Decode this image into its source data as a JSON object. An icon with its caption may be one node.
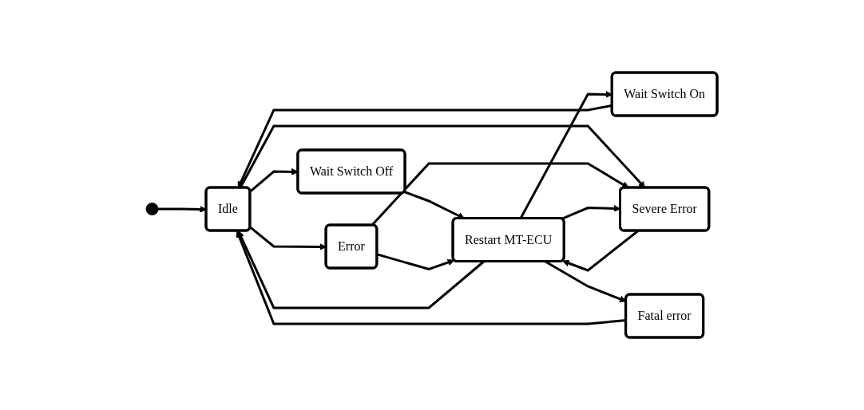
{
  "diagram": {
    "nodes": [
      {
        "text": [],
        "shape": "circle"
      },
      {
        "text": [
          "Idle"
        ]
      },
      {
        "text": [
          "Wait Switch Off"
        ]
      },
      {
        "text": [
          "Error"
        ]
      },
      {
        "text": [
          "Severe Error"
        ]
      },
      {
        "text": [
          "Restart MT-ECU"
        ]
      },
      {
        "text": [
          "Wait Switch On"
        ]
      },
      {
        "text": [
          "Fatal error"
        ]
      }
    ],
    "edges": [
      {
        "from": 0,
        "to": 1,
        "arrow": "to"
      },
      {
        "from": 1,
        "to": 2,
        "arrow": "to"
      },
      {
        "from": 1,
        "to": 3,
        "arrow": "to"
      },
      {
        "from": 1,
        "to": 4,
        "arrow": "to"
      },
      {
        "from": 2,
        "to": 5,
        "arrow": "to"
      },
      {
        "from": 3,
        "to": 5,
        "arrow": "to"
      },
      {
        "from": 3,
        "to": 4,
        "arrow": "to"
      },
      {
        "from": 4,
        "to": 5,
        "arrow": "to"
      },
      {
        "from": 5,
        "to": 6,
        "arrow": "to"
      },
      {
        "from": 6,
        "to": 1,
        "arrow": "to"
      },
      {
        "from": 5,
        "to": 4,
        "arrow": "to"
      },
      {
        "from": 5,
        "to": 1,
        "arrow": "to"
      },
      {
        "from": 5,
        "to": 7,
        "arrow": "to"
      },
      {
        "from": 7,
        "to": 1,
        "arrow": "to"
      }
    ]
  }
}
